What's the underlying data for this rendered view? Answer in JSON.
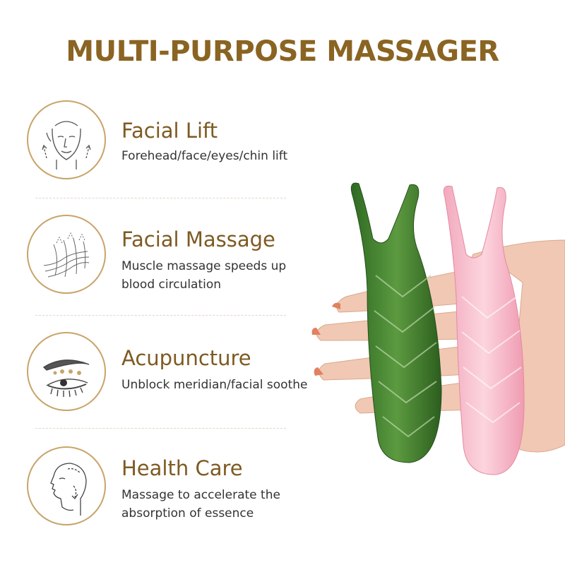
{
  "title": "MULTI-PURPOSE MASSAGER",
  "features": [
    {
      "heading": "Facial Lift",
      "desc_lines": [
        "Forehead/face/eyes/chin lift"
      ],
      "icon": "face-lift-icon"
    },
    {
      "heading": "Facial Massage",
      "desc_lines": [
        "Muscle massage speeds up",
        "blood circulation"
      ],
      "icon": "massage-lines-icon"
    },
    {
      "heading": "Acupuncture",
      "desc_lines": [
        "Unblock meridian/facial soothe"
      ],
      "icon": "eye-acupoint-icon"
    },
    {
      "heading": "Health Care",
      "desc_lines": [
        "Massage to accelerate the",
        "absorption of essence"
      ],
      "icon": "face-profile-icon"
    }
  ],
  "colors": {
    "title": "#8a6422",
    "heading": "#7e5a22",
    "circle": "#c8a46a",
    "jade_green": "#3f7a2c",
    "rose_quartz": "#f4b8c8"
  }
}
